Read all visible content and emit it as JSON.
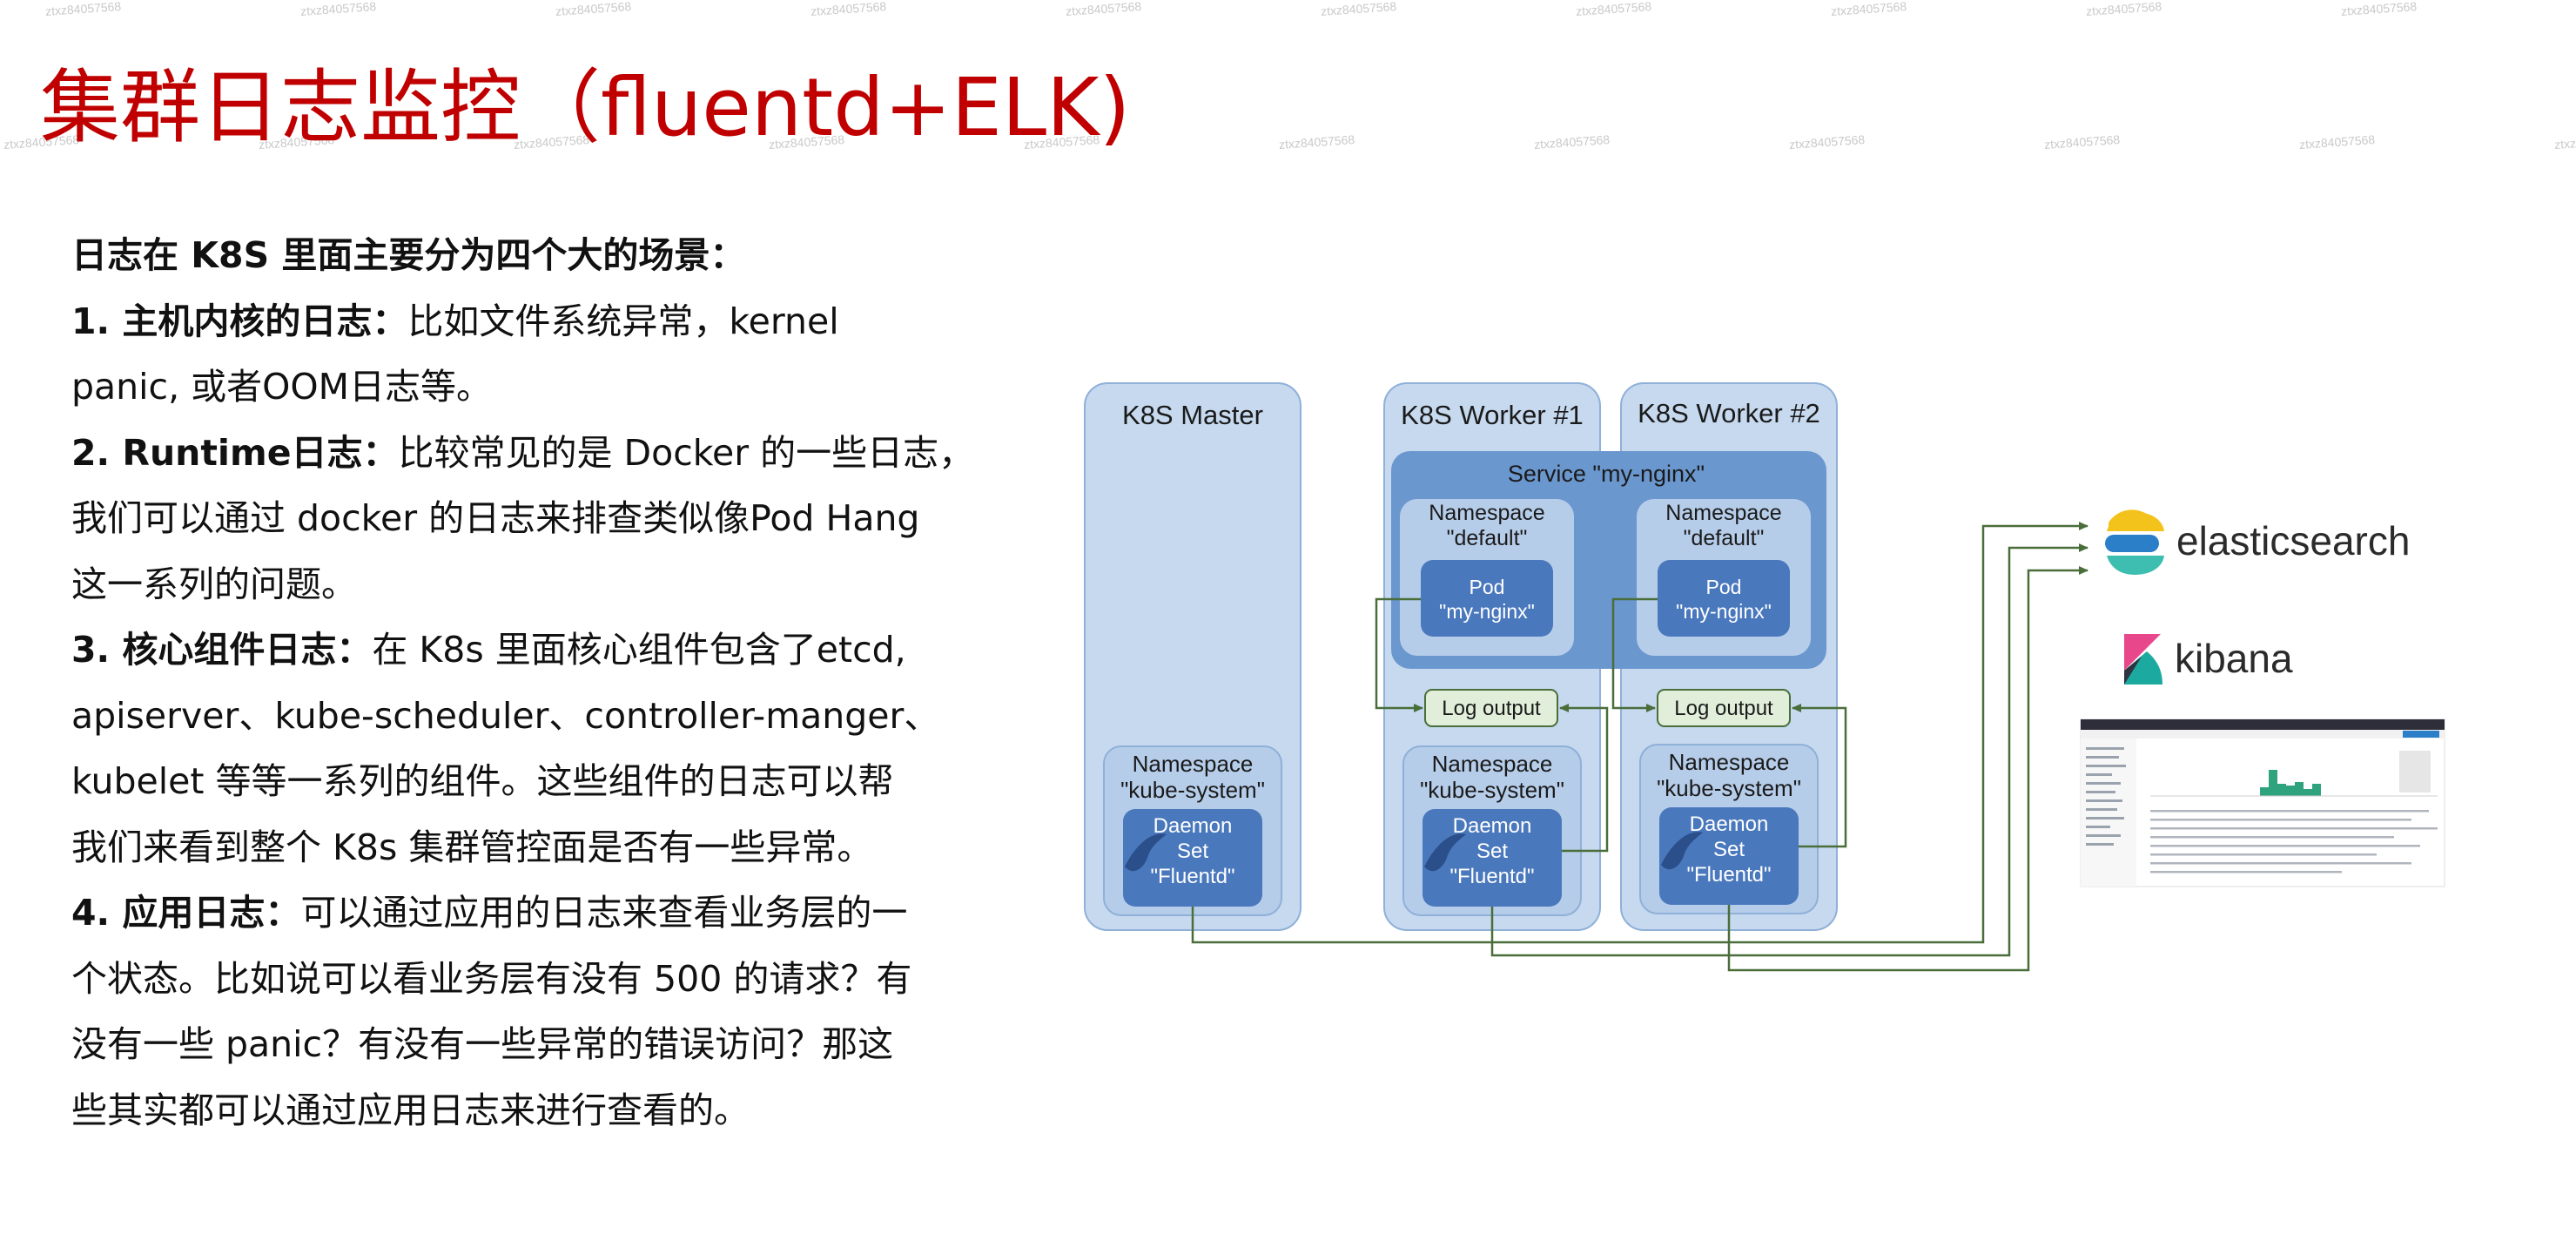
{
  "watermark_text": "ztxz84057568",
  "title": "集群日志监控（fluentd+ELK)",
  "body": {
    "heading": "日志在 K8S 里面主要分为四个大的场景：",
    "items": [
      {
        "label": "1. 主机内核的日志：",
        "lines": [
          "比如文件系统异常，kernel",
          "panic, 或者OOM日志等。"
        ]
      },
      {
        "label": "2. Runtime日志：",
        "lines": [
          "比较常见的是 Docker 的一些日志，",
          "我们可以通过 docker 的日志来排查类似像Pod Hang",
          "这一系列的问题。"
        ]
      },
      {
        "label": "3. 核心组件日志：",
        "lines": [
          "在 K8s 里面核心组件包含了etcd,",
          "apiserver、kube-scheduler、controller-manger、",
          "kubelet 等等一系列的组件。这些组件的日志可以帮",
          "我们来看到整个 K8s 集群管控面是否有一些异常。"
        ]
      },
      {
        "label": "4. 应用日志：",
        "lines": [
          "可以通过应用的日志来查看业务层的一",
          "个状态。比如说可以看业务层有没有 500 的请求？有",
          "没有一些 panic？有没有一些异常的错误访问？那这",
          "些其实都可以通过应用日志来进行查看的。"
        ]
      }
    ]
  },
  "diagram": {
    "master": {
      "title": "K8S Master"
    },
    "worker1": {
      "title": "K8S Worker #1"
    },
    "worker2": {
      "title": "K8S Worker #2"
    },
    "service": {
      "label": "Service \"my-nginx\""
    },
    "ns_default": {
      "line1": "Namespace",
      "line2": "\"default\""
    },
    "pod": {
      "line1": "Pod",
      "line2": "\"my-nginx\""
    },
    "log_output": "Log output",
    "ns_kube": {
      "line1": "Namespace",
      "line2": "\"kube-system\""
    },
    "daemonset": {
      "line1": "Daemon",
      "line2": "Set",
      "line3": "\"Fluentd\""
    },
    "elasticsearch": "elasticsearch",
    "kibana": "kibana",
    "colors": {
      "node_fill": "#c6d9ef",
      "node_stroke": "#8fb0d8",
      "service_fill": "#6b97cf",
      "namespace_fill": "#b6cdea",
      "pod_fill": "#4a78bd",
      "log_fill": "#e1efda",
      "arrow": "#4a6e3a",
      "es_yellow": "#f3c21b",
      "es_teal": "#3ebeb0",
      "es_blue": "#2a7fc8",
      "kibana_pink": "#e8488b",
      "kibana_teal": "#1ba9a0"
    }
  }
}
